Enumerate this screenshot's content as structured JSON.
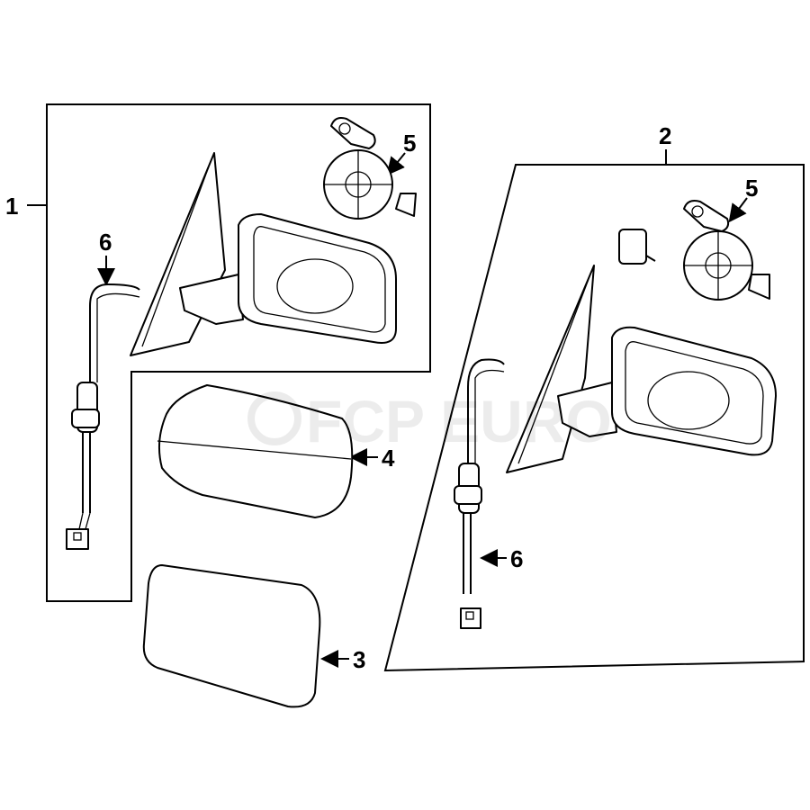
{
  "diagram": {
    "callouts": {
      "c1": "1",
      "c2": "2",
      "c3": "3",
      "c4": "4",
      "c5_left": "5",
      "c5_right": "5",
      "c6_left": "6",
      "c6_right": "6"
    },
    "watermark": "FCP EURO"
  }
}
